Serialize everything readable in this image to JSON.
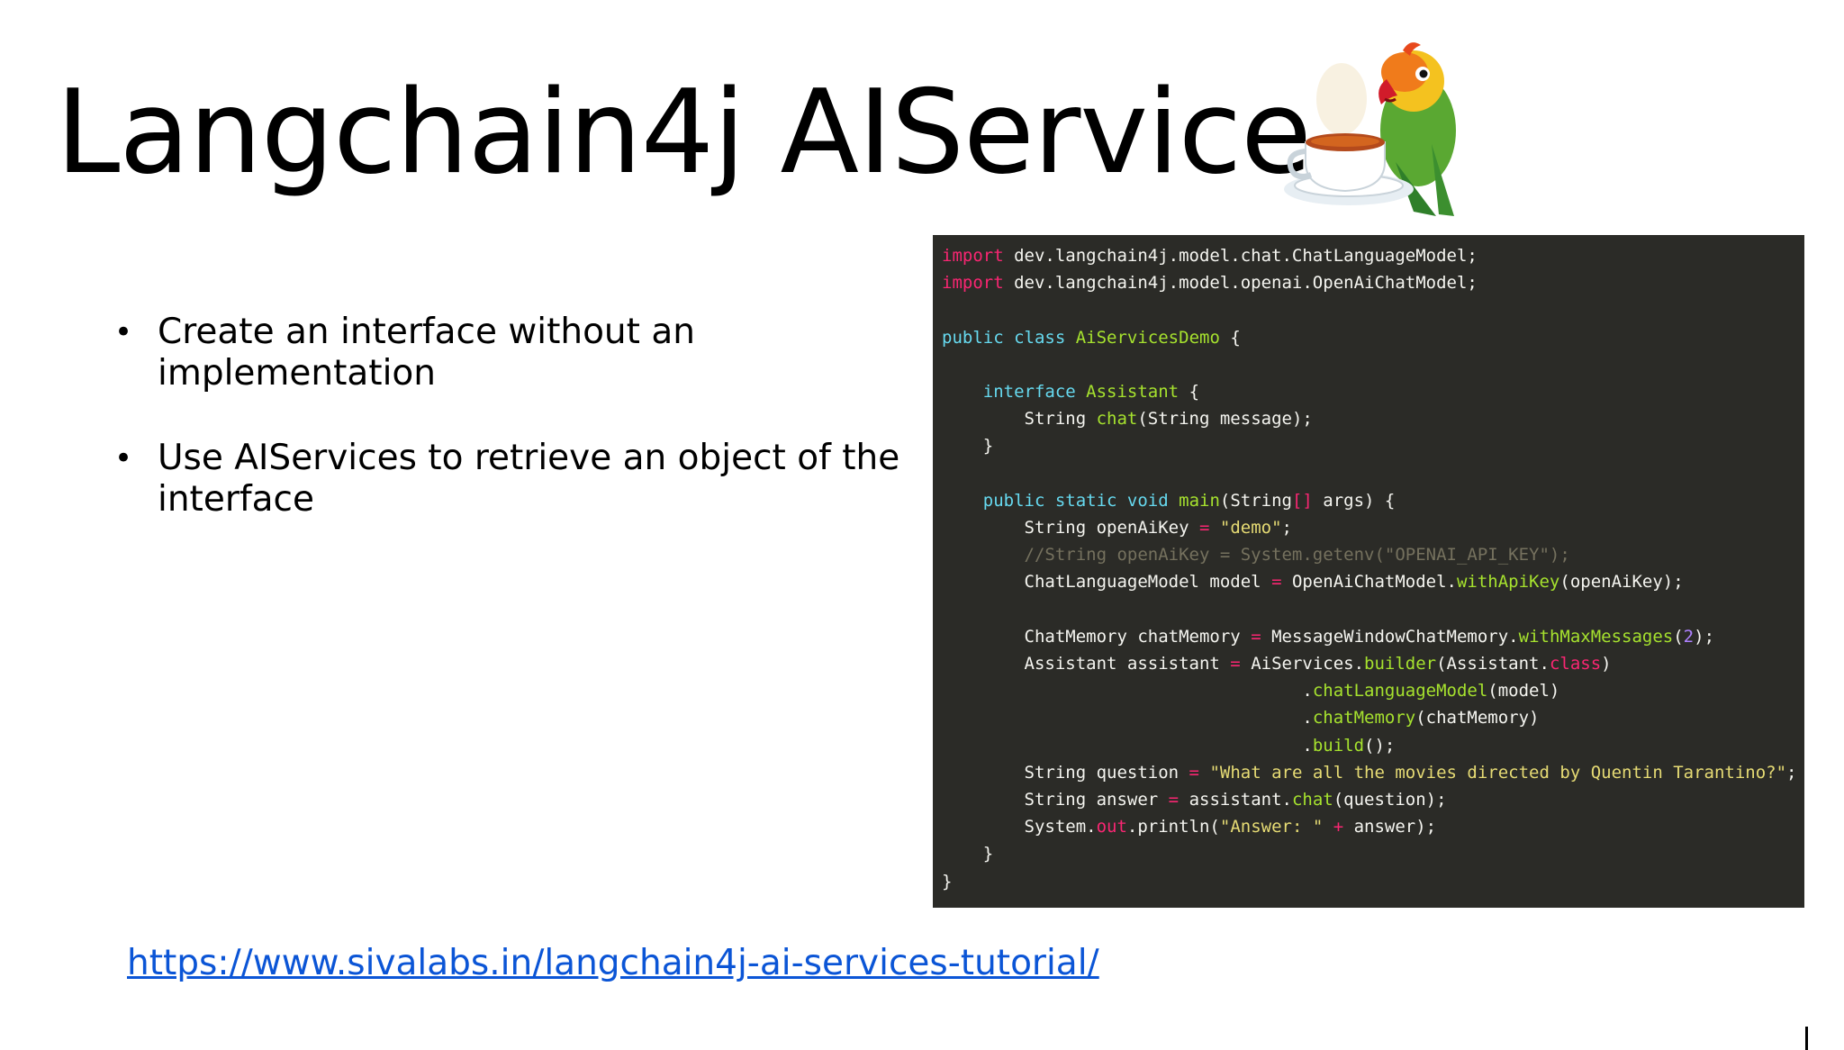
{
  "slide": {
    "title": "Langchain4j AIService",
    "bullets": [
      "Create an interface without an implementation",
      "Use AIServices to retrieve an object of the interface"
    ],
    "link": "https://www.sivalabs.in/langchain4j-ai-services-tutorial/"
  },
  "code": {
    "language": "java",
    "l1": "import",
    "l1b": " dev.langchain4j.model.chat.ChatLanguageModel;",
    "l2": "import",
    "l2b": " dev.langchain4j.model.openai.OpenAiChatModel;",
    "l4a": "public class",
    "l4b": "AiServicesDemo",
    "l4c": " {",
    "l6a": "interface",
    "l6b": "Assistant",
    "l6c": " {",
    "l7a": "String ",
    "l7b": "chat",
    "l7c": "(String message);",
    "l8": "}",
    "l10a": "public static void",
    "l10b": "main",
    "l10c": "(String",
    "l10d": "[]",
    "l10e": " args) {",
    "l11a": "String openAiKey ",
    "l11b": "=",
    "l11c": "\"demo\"",
    "l11d": ";",
    "l12": "//String openAiKey = System.getenv(\"OPENAI_API_KEY\");",
    "l13a": "ChatLanguageModel model ",
    "l13b": "=",
    "l13c": " OpenAiChatModel.",
    "l13d": "withApiKey",
    "l13e": "(openAiKey);",
    "l15a": "ChatMemory chatMemory ",
    "l15b": "=",
    "l15c": " MessageWindowChatMemory.",
    "l15d": "withMaxMessages",
    "l15e": "(",
    "l15f": "2",
    "l15g": ");",
    "l16a": "Assistant assistant ",
    "l16b": "=",
    "l16c": " AiServices.",
    "l16d": "builder",
    "l16e": "(Assistant.",
    "l16f": "class",
    "l16g": ")",
    "l17a": ".",
    "l17b": "chatLanguageModel",
    "l17c": "(model)",
    "l18a": ".",
    "l18b": "chatMemory",
    "l18c": "(chatMemory)",
    "l19a": ".",
    "l19b": "build",
    "l19c": "();",
    "l20a": "String question ",
    "l20b": "=",
    "l20c": "\"What are all the movies directed by Quentin Tarantino?\"",
    "l20d": ";",
    "l21a": "String answer ",
    "l21b": "=",
    "l21c": " assistant.",
    "l21d": "chat",
    "l21e": "(question);",
    "l22a": "System.",
    "l22b": "out",
    "l22c": ".println(",
    "l22d": "\"Answer: \"",
    "l22e": "+",
    "l22f": " answer);",
    "l23": "}",
    "l24": "}"
  },
  "image": {
    "icon": "parrot-with-teacup-logo"
  },
  "colors": {
    "code_bg": "#2b2b27",
    "link": "#0b55d6",
    "keyword": "#66d9ef",
    "import": "#f92672",
    "func": "#a6e22e",
    "string": "#e6db74"
  }
}
